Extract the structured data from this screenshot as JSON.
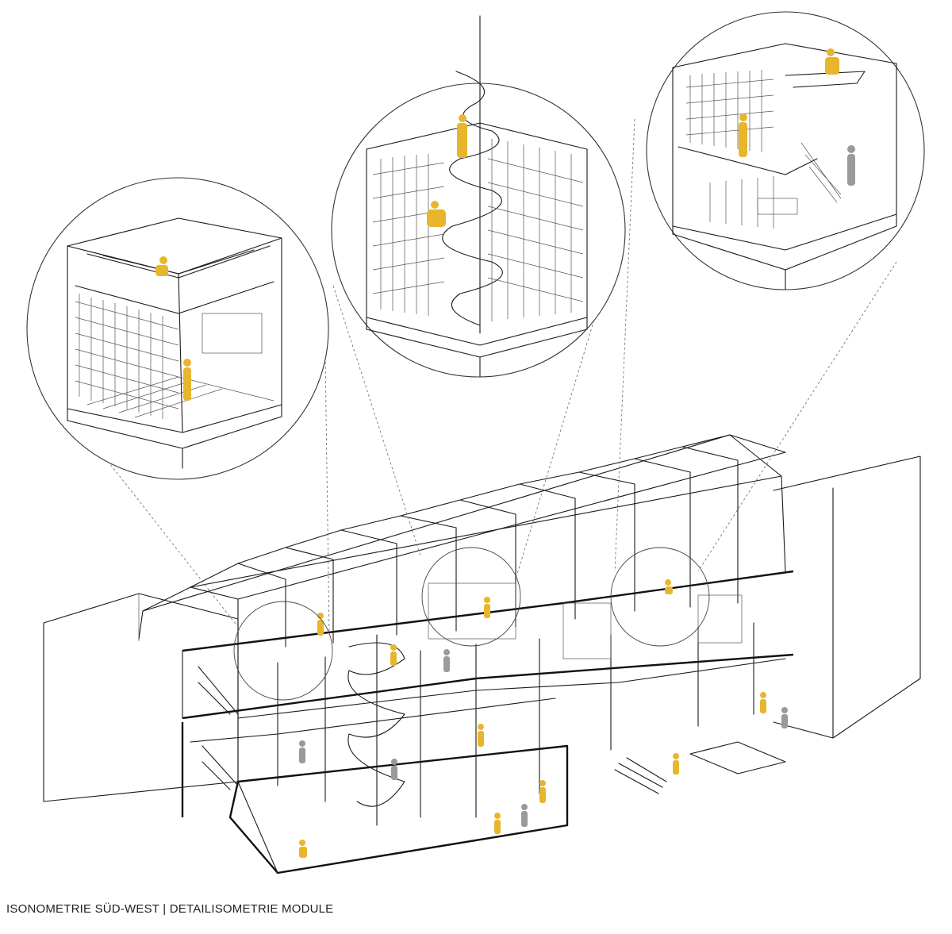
{
  "caption": "ISONOMETRIE SÜD-WEST | DETAILISOMETRIE MODULE",
  "colors": {
    "line": "#1a1a1a",
    "accent_figure": "#e8b62c",
    "secondary_figure": "#9a9a9a",
    "background": "#ffffff"
  },
  "modules": [
    {
      "id": "auditorium-module"
    },
    {
      "id": "spiral-stair-shelf-module"
    },
    {
      "id": "loft-shelf-module"
    }
  ]
}
